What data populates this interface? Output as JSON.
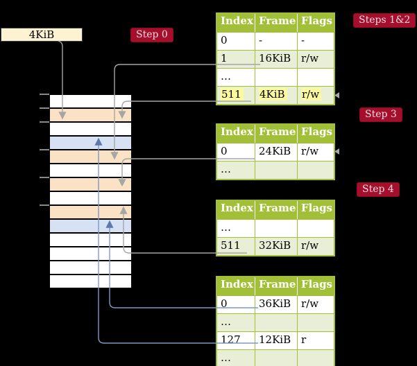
{
  "frame_box": {
    "label": "4KiB"
  },
  "badges": {
    "step0": "Step 0",
    "steps12": "Steps 1&2",
    "step3": "Step 3",
    "step4": "Step 4"
  },
  "memory": {
    "rows": [
      "free",
      "table",
      "free",
      "page",
      "table",
      "free",
      "table",
      "free",
      "table",
      "page",
      "free",
      "free",
      "free",
      "free"
    ],
    "tick_rows": [
      0,
      1,
      2,
      4,
      6,
      8
    ]
  },
  "tables": [
    {
      "id": "table-at-4kib",
      "headers": [
        "Index",
        "Frame",
        "Flags"
      ],
      "rows": [
        {
          "cells": [
            "0",
            "-",
            "-"
          ],
          "shaded": false,
          "highlight": false
        },
        {
          "cells": [
            "1",
            "16KiB",
            "r/w"
          ],
          "shaded": true,
          "highlight": false
        },
        {
          "cells": [
            "…",
            "",
            ""
          ],
          "shaded": false,
          "highlight": false
        },
        {
          "cells": [
            "511",
            "4KiB",
            "r/w"
          ],
          "shaded": true,
          "highlight": true
        }
      ]
    },
    {
      "id": "table-at-16kib",
      "headers": [
        "Index",
        "Frame",
        "Flags"
      ],
      "rows": [
        {
          "cells": [
            "0",
            "24KiB",
            "r/w"
          ],
          "shaded": false,
          "highlight": false
        },
        {
          "cells": [
            "…",
            "",
            ""
          ],
          "shaded": true,
          "highlight": false
        }
      ]
    },
    {
      "id": "table-at-24kib",
      "headers": [
        "Index",
        "Frame",
        "Flags"
      ],
      "rows": [
        {
          "cells": [
            "…",
            "",
            ""
          ],
          "shaded": false,
          "highlight": false
        },
        {
          "cells": [
            "511",
            "32KiB",
            "r/w"
          ],
          "shaded": true,
          "highlight": false
        }
      ]
    },
    {
      "id": "table-at-32kib",
      "headers": [
        "Index",
        "Frame",
        "Flags"
      ],
      "rows": [
        {
          "cells": [
            "0",
            "36KiB",
            "r/w"
          ],
          "shaded": false,
          "highlight": false
        },
        {
          "cells": [
            "…",
            "",
            ""
          ],
          "shaded": true,
          "highlight": false
        },
        {
          "cells": [
            "127",
            "12KiB",
            "r"
          ],
          "shaded": false,
          "highlight": false
        },
        {
          "cells": [
            "…",
            "",
            ""
          ],
          "shaded": true,
          "highlight": false
        }
      ]
    }
  ],
  "colors": {
    "background": "#000000",
    "header_green": "#a2c037",
    "shaded_row_green": "#e9efd7",
    "frame_table_peach": "#fbe2c5",
    "frame_page_blue": "#d6e2f3",
    "highlight_yellow": "#fdf99e",
    "badge_crimson": "#a50f2c",
    "gray_arrow": "#a6a6a6",
    "blue_arrow": "#7e99c6",
    "cr3_box_cream": "#fdf2d2"
  }
}
